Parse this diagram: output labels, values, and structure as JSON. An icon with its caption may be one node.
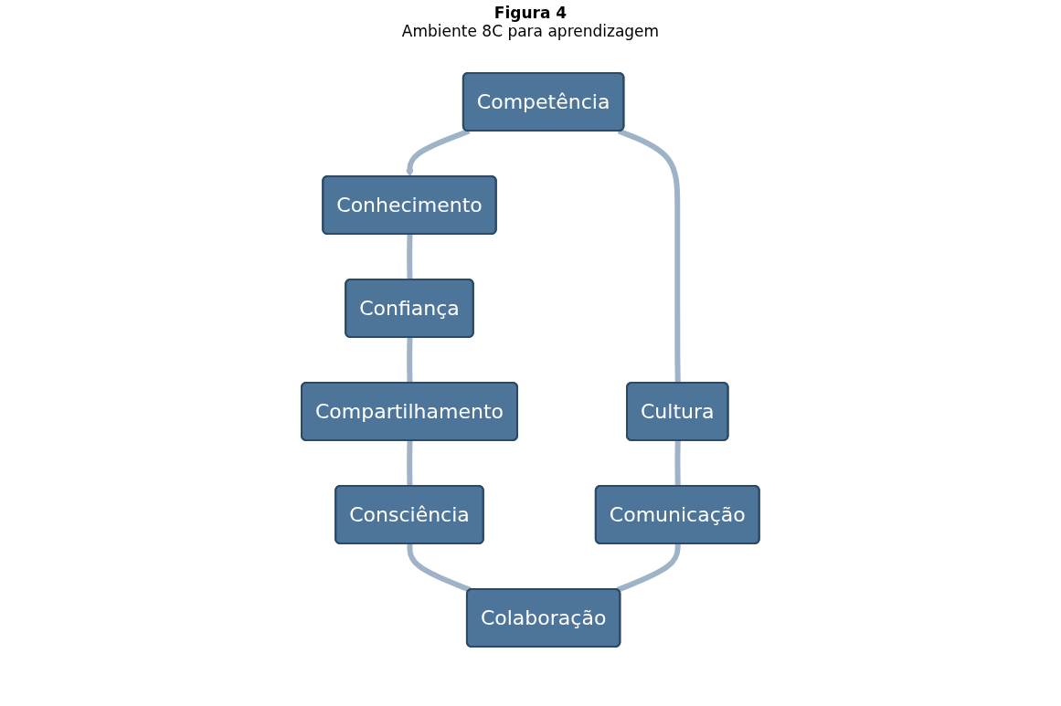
{
  "diagram": {
    "title": "Figura 4",
    "nodes": [
      {
        "text": [
          "Conhecimento"
        ]
      },
      {
        "text": [
          "Confiança"
        ]
      },
      {
        "text": [
          "Compartilhamento"
        ]
      },
      {
        "text": [
          "Consciência"
        ]
      },
      {
        "text": [
          "Colaboração"
        ]
      },
      {
        "text": [
          "Comunicação"
        ]
      },
      {
        "text": [
          "Cultura"
        ]
      },
      {
        "text": [
          "Competência"
        ]
      }
    ],
    "edges": [
      {
        "from": 0,
        "to": 1,
        "arrow": "none"
      },
      {
        "from": 1,
        "to": 2,
        "arrow": "none"
      },
      {
        "from": 2,
        "to": 3,
        "arrow": "none"
      },
      {
        "from": 3,
        "to": 4,
        "arrow": "none"
      },
      {
        "from": 4,
        "to": 5,
        "arrow": "none"
      },
      {
        "from": 5,
        "to": 6,
        "arrow": "none"
      },
      {
        "from": 6,
        "to": 7,
        "arrow": "none"
      },
      {
        "from": 7,
        "to": 0,
        "arrow": "to"
      }
    ],
    "labels": [
      "Ambiente 8C para aprendizagem"
    ]
  }
}
